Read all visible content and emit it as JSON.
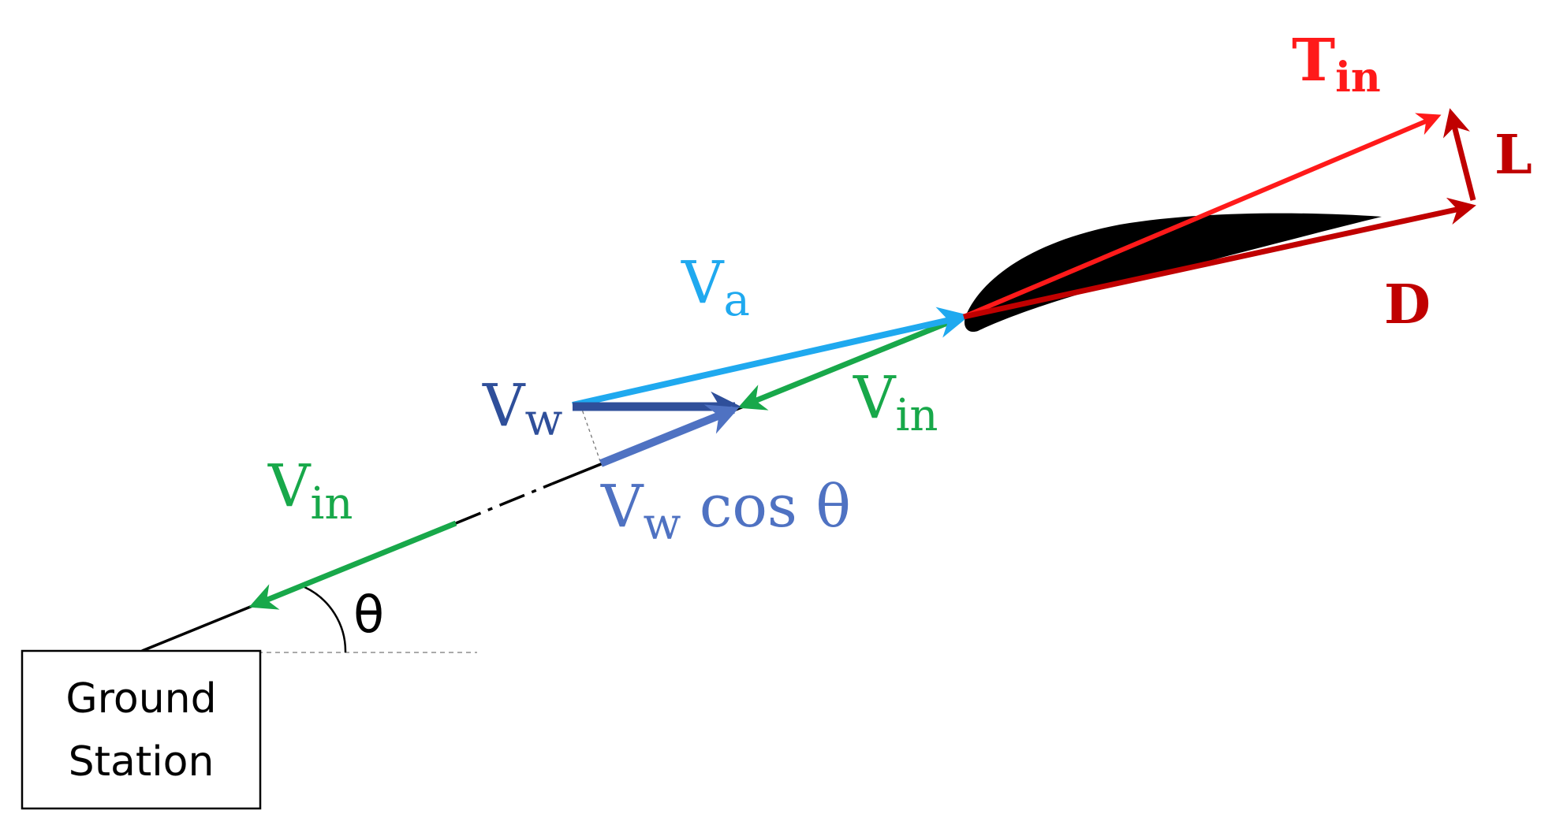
{
  "ground_station": {
    "line1": "Ground",
    "line2": "Station"
  },
  "labels": {
    "thrust": {
      "main": "T",
      "sub": "in"
    },
    "lift": "L",
    "drag": "D",
    "apparent_velocity": {
      "main": "V",
      "sub": "a"
    },
    "wind_velocity": {
      "main": "V",
      "sub": "w"
    },
    "reel_in_velocity_upper": {
      "main": "V",
      "sub": "in"
    },
    "reel_in_velocity_lower": {
      "main": "V",
      "sub": "in"
    },
    "wind_component": {
      "main": "V",
      "sub": "w",
      "suffix": " cos θ"
    },
    "elevation_angle": "θ"
  },
  "colors": {
    "thrust": "#ff1a1a",
    "lift_drag": "#c00000",
    "apparent_velocity": "#1fa9ef",
    "wind_velocity": "#2f4f9a",
    "wind_component": "#4f72c2",
    "reel_in_velocity": "#18a84a",
    "tether": "#000000",
    "airfoil": "#000000"
  }
}
